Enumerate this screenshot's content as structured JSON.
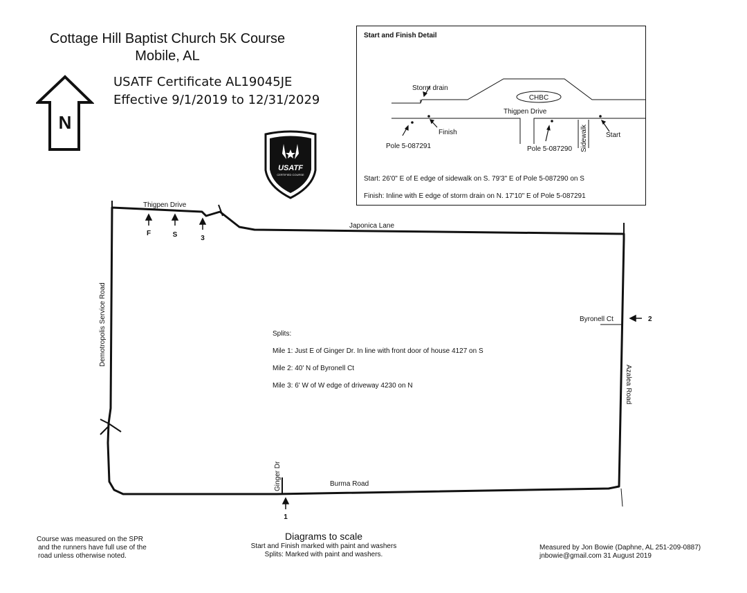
{
  "header": {
    "title_line1": "Cottage Hill Baptist Church 5K Course",
    "title_line2": "Mobile, AL",
    "cert_line1": "USATF Certificate AL19045JE",
    "cert_line2": "Effective 9/1/2019 to 12/31/2029",
    "north_letter": "N",
    "logo_text": "USATF",
    "logo_subtext": "CERTIFIED COURSE"
  },
  "detail": {
    "title": "Start and Finish Detail",
    "storm_drain": "Storm drain",
    "chbc": "CHBC",
    "road": "Thigpen Drive",
    "finish": "Finish",
    "start": "Start",
    "sidewalk": "Sidewalk",
    "pole_finish": "Pole 5-087291",
    "pole_start": "Pole 5-087290",
    "start_text": "Start: 26'0\" E of E edge of sidewalk on S. 79'3\" E of Pole 5-087290 on S",
    "finish_text": "Finish: Inline with E edge of storm drain on N. 17'10\" E of Pole 5-087291"
  },
  "map": {
    "roads": {
      "thigpen": "Thigpen Drive",
      "japonica": "Japonica Lane",
      "demotropolis": "Demotropolis Service Road",
      "azalea": "Azalea Road",
      "burma": "Burma Road",
      "ginger": "Ginger Dr",
      "byronell": "Byronell Ct"
    },
    "markers": {
      "finish": "F",
      "start": "S",
      "mile1": "1",
      "mile2": "2",
      "mile3": "3"
    },
    "splits": {
      "heading": "Splits:",
      "mile1": "Mile 1:  Just E of Ginger Dr. In line with front door of house 4127 on S",
      "mile2": "Mile 2: 40' N of Byronell Ct",
      "mile3": "Mile 3: 6' W of W edge of driveway 4230 on N"
    }
  },
  "footer": {
    "left_line1": "Course was measured on the SPR",
    "left_line2": "and the runners have full use of the",
    "left_line3": "road unless otherwise noted.",
    "center_title": "Diagrams to scale",
    "center_line1": "Start and Finish marked with paint and washers",
    "center_line2": "Splits: Marked with paint and washers.",
    "right_line1": "Measured by Jon Bowie (Daphne, AL 251-209-0887)",
    "right_line2": "jnbowie@gmail.com 31 August 2019"
  }
}
